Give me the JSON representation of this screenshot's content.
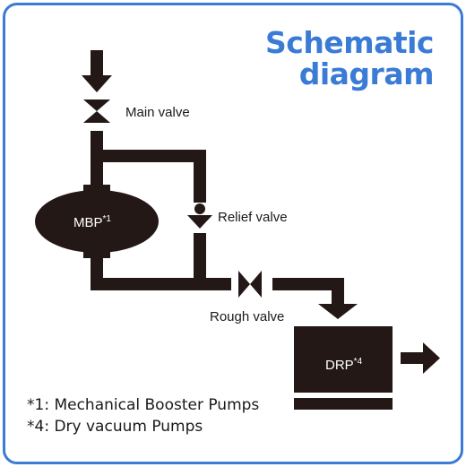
{
  "title": {
    "line1": "Schematic",
    "line2": "diagram"
  },
  "labels": {
    "main_valve": "Main valve",
    "relief_valve": "Relief valve",
    "rough_valve": "Rough valve",
    "mbp": "MBP",
    "mbp_sup": "*1",
    "drp": "DRP",
    "drp_sup": "*4"
  },
  "footnotes": [
    "*1: Mechanical Booster Pumps",
    "*4: Dry vacuum Pumps"
  ],
  "colors": {
    "border": "#3a7bd5",
    "title": "#3a7bd5",
    "diagram": "#231815"
  }
}
